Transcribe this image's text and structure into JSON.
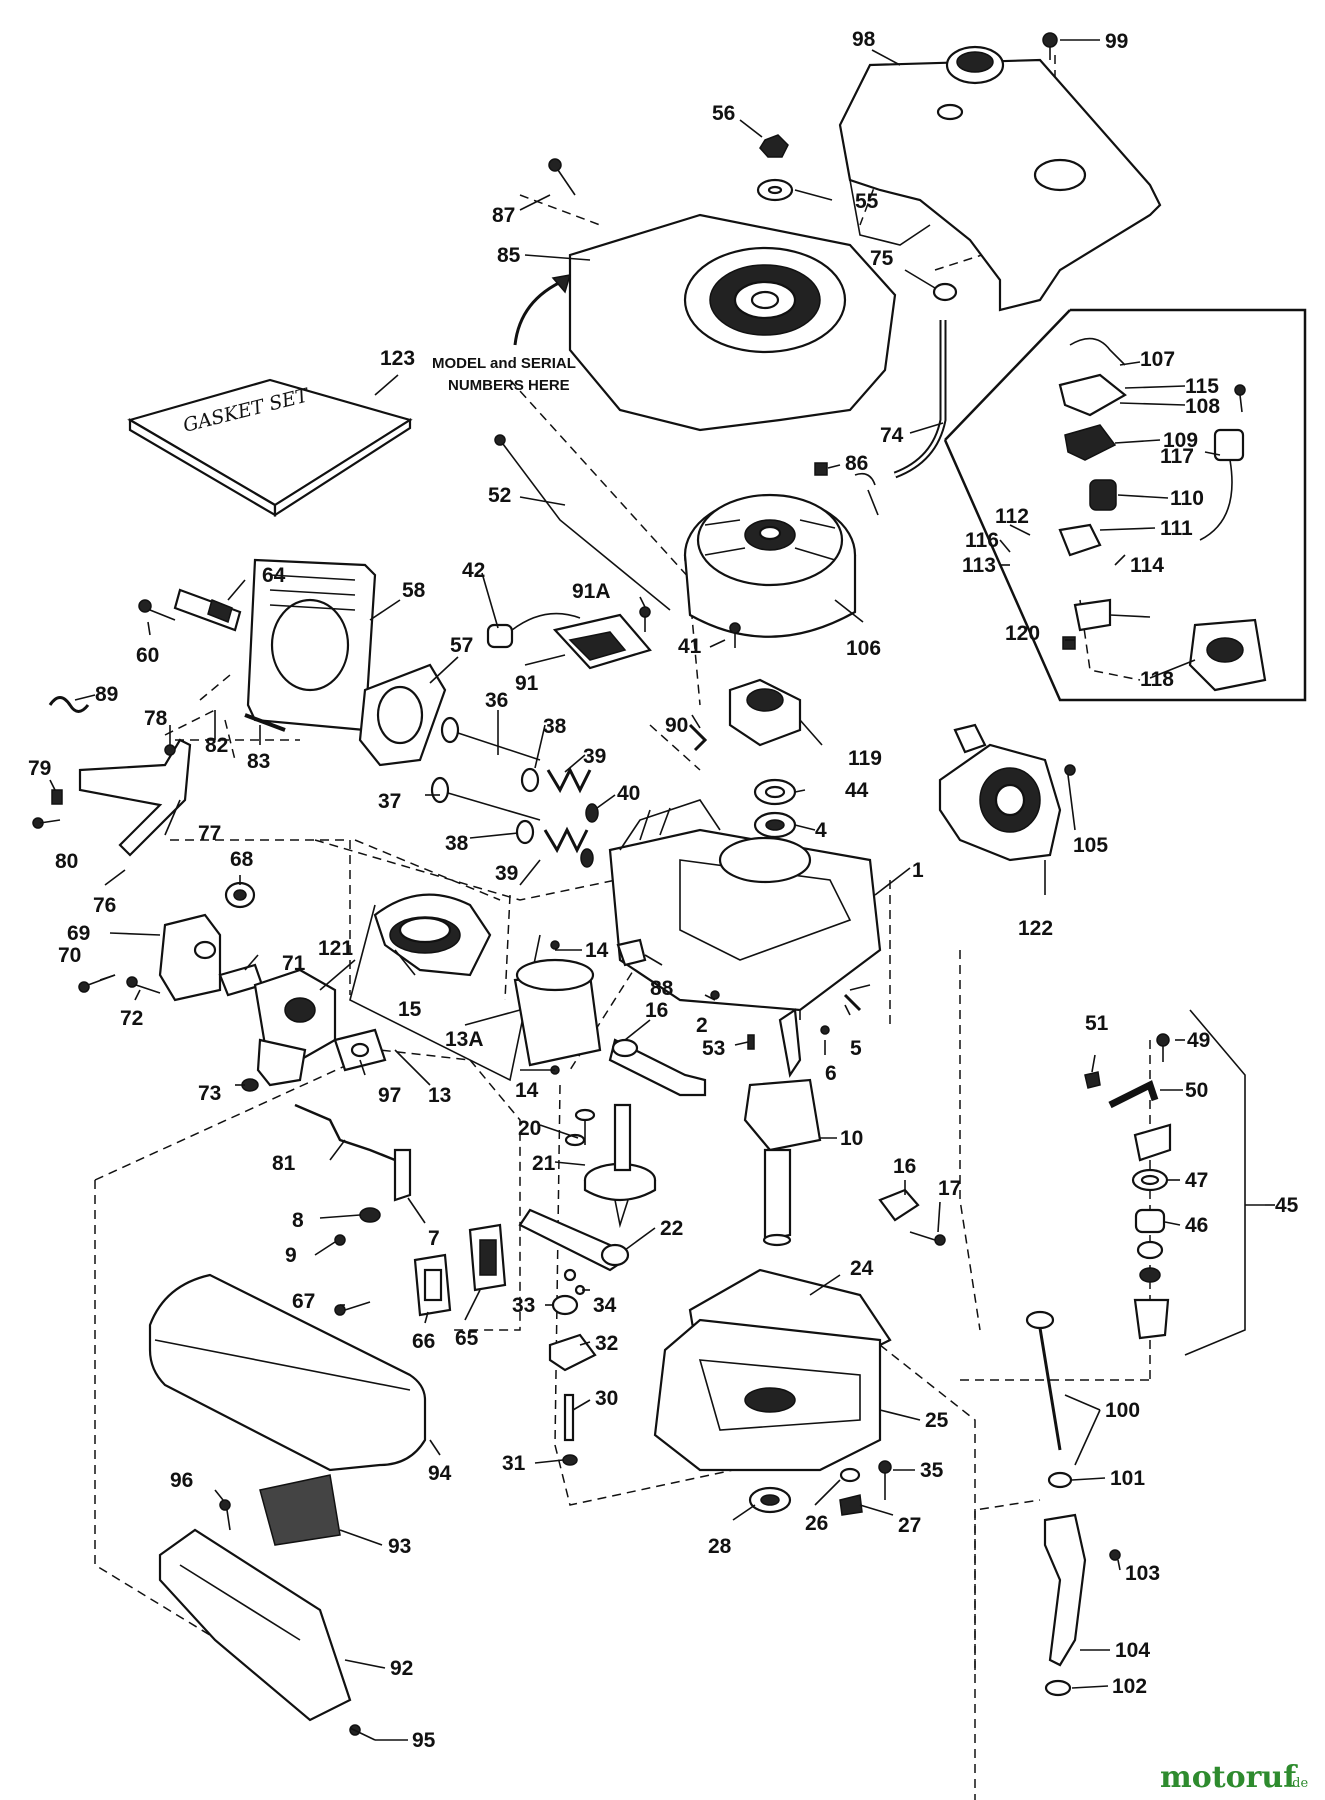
{
  "diagram": {
    "notes": {
      "model_serial": [
        "MODEL and SERIAL",
        "NUMBERS HERE"
      ],
      "gasket_set": "GASKET SET"
    },
    "watermark": {
      "brand": "motoruf",
      "tld": ".de"
    },
    "part_labels": [
      "98",
      "99",
      "56",
      "55",
      "87",
      "85",
      "75",
      "74",
      "123",
      "107",
      "115",
      "108",
      "109",
      "117",
      "110",
      "112",
      "111",
      "116",
      "113",
      "114",
      "120",
      "118",
      "52",
      "86",
      "64",
      "58",
      "42",
      "91A",
      "106",
      "60",
      "57",
      "41",
      "91",
      "89",
      "78",
      "82",
      "36",
      "38",
      "90",
      "119",
      "83",
      "39",
      "40",
      "44",
      "79",
      "37",
      "4",
      "80",
      "77",
      "68",
      "38",
      "39",
      "1",
      "105",
      "122",
      "76",
      "69",
      "71",
      "121",
      "14",
      "70",
      "15",
      "88",
      "2",
      "72",
      "13A",
      "16",
      "53",
      "5",
      "6",
      "51",
      "49",
      "97",
      "13",
      "14",
      "73",
      "50",
      "20",
      "10",
      "21",
      "81",
      "16",
      "17",
      "47",
      "45",
      "8",
      "7",
      "22",
      "46",
      "9",
      "67",
      "33",
      "34",
      "24",
      "66",
      "65",
      "32",
      "100",
      "94",
      "30",
      "25",
      "31",
      "35",
      "96",
      "101",
      "93",
      "26",
      "27",
      "28",
      "103",
      "92",
      "104",
      "102",
      "95"
    ]
  }
}
